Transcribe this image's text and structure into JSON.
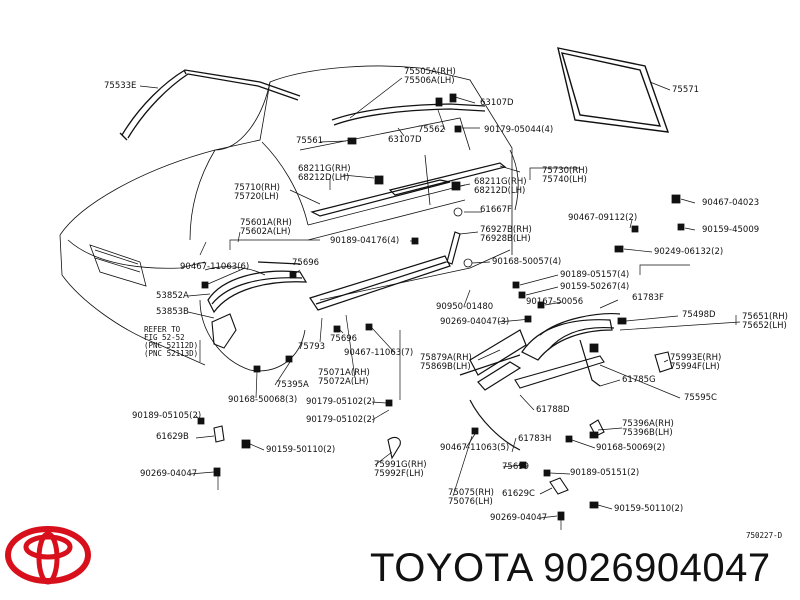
{
  "brand": {
    "name": "TOYOTA",
    "part_number": "9026904047",
    "title": "TOYOTA 9026904047",
    "logo_color": "#d7101c"
  },
  "diagram": {
    "code": "750227-D",
    "reference_note": [
      "REFER TO",
      "FIG 52-52",
      "(PNC 52112D)",
      "(PNC 52113D)"
    ],
    "labels": {
      "l75533E": "75533E",
      "l75505A": "75505A(RH)",
      "l75506A": "75506A(LH)",
      "l75571": "75571",
      "l63107D_a": "63107D",
      "l75561": "75561",
      "l75562": "75562",
      "l90179_05044": "90179-05044(4)",
      "l63107D_b": "63107D",
      "l68211G": "68211G(RH)",
      "l68212D": "68212D(LH)",
      "l75730": "75730(RH)",
      "l75740": "75740(LH)",
      "l68211G_b": "68211G(RH)",
      "l68212D_b": "68212D(LH)",
      "l75710": "75710(RH)",
      "l75720": "75720(LH)",
      "l61667F": "61667F",
      "l90467_09112": "90467-09112(2)",
      "l90467_04023": "90467-04023",
      "l90159_45009": "90159-45009",
      "l75601A": "75601A(RH)",
      "l75602A": "75602A(LH)",
      "l90189_04176": "90189-04176(4)",
      "l76927B": "76927B(RH)",
      "l76928B": "76928B(LH)",
      "l90249_06132": "90249-06132(2)",
      "l90467_11063_6": "90467-11063(6)",
      "l75696_a": "75696",
      "l90168_50057": "90168-50057(4)",
      "l90189_05157": "90189-05157(4)",
      "l90159_50267": "90159-50267(4)",
      "l53852A": "53852A",
      "l90167_50056": "90167-50056",
      "l61783F": "61783F",
      "l53853B": "53853B",
      "l90950_01480": "90950-01480",
      "l75498D": "75498D",
      "l75651": "75651(RH)",
      "l75652": "75652(LH)",
      "l90269_04047_3": "90269-04047(3)",
      "l75696_b": "75696",
      "l75793": "75793",
      "l90467_11063_7": "90467-11063(7)",
      "l75879A": "75879A(RH)",
      "l75869B": "75869B(LH)",
      "l75993E": "75993E(RH)",
      "l75994F": "75994F(LH)",
      "l75071A": "75071A(RH)",
      "l75072A": "75072A(LH)",
      "l75395A": "75395A",
      "l90168_50068": "90168-50068(3)",
      "l61785G": "61785G",
      "l75595C": "75595C",
      "l90179_05102_a": "90179-05102(2)",
      "l61788D": "61788D",
      "l90189_05105": "90189-05105(2)",
      "l90179_05102_b": "90179-05102(2)",
      "l75396A": "75396A(RH)",
      "l75396B": "75396B(LH)",
      "l61783H": "61783H",
      "l61629B": "61629B",
      "l90168_50069": "90168-50069(2)",
      "l90467_11063_5": "90467-11063(5)",
      "l90159_50110_a": "90159-50110(2)",
      "l75991G": "75991G(RH)",
      "l75992F": "75992F(LH)",
      "l75699": "75699",
      "l90189_05151": "90189-05151(2)",
      "l90269_04047_a": "90269-04047",
      "l75075": "75075(RH)",
      "l75076": "75076(LH)",
      "l61629C": "61629C",
      "l90159_50110_b": "90159-50110(2)",
      "l90269_04047_b": "90269-04047"
    }
  }
}
